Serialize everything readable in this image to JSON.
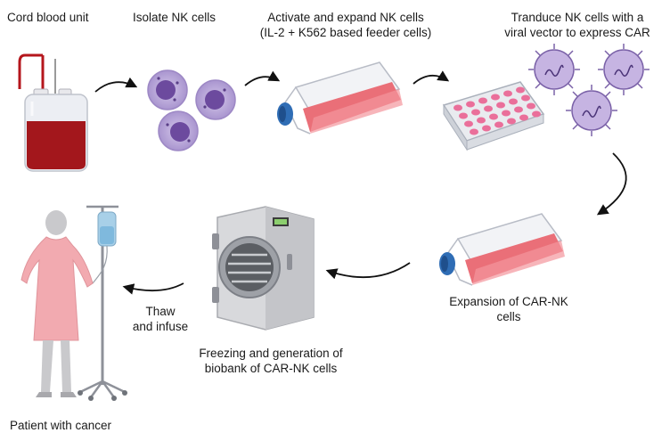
{
  "steps": {
    "cord_blood": "Cord blood unit",
    "isolate": "Isolate NK cells",
    "activate_line1": "Activate and expand NK cells",
    "activate_line2": "(IL-2 + K562 based feeder cells)",
    "transduce_line1": "Tranduce NK cells with a",
    "transduce_line2": "viral vector to express CAR",
    "expansion_line1": "Expansion of CAR-NK",
    "expansion_line2": "cells",
    "freezing_line1": "Freezing and generation of",
    "freezing_line2": "biobank of CAR-NK cells",
    "thaw_line1": "Thaw",
    "thaw_line2": "and infuse",
    "patient": "Patient with cancer"
  },
  "colors": {
    "blood": "#a3171c",
    "cell_outer": "#b9a6d8",
    "cell_nucleus": "#6c4a9e",
    "flask_liquid": "#ea6f78",
    "cap_blue": "#2f6db5",
    "gown": "#f2aab0",
    "machine": "#cfcfd1"
  }
}
